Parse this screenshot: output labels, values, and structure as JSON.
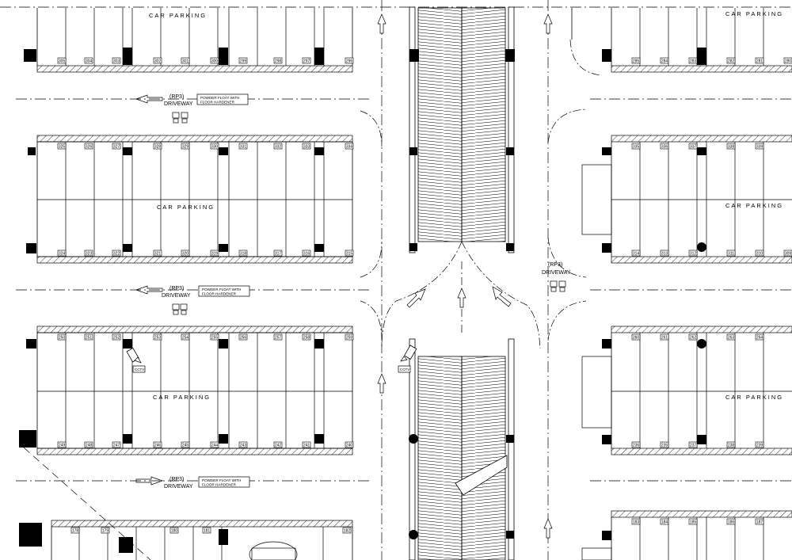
{
  "labels": {
    "car_parking": "CAR PARKING",
    "driveway_code": "(RP3)",
    "driveway": "DRIVEWAY",
    "floor_note_line1": "POWDER FLOAT WITH",
    "floor_note_line2": "FLOOR HARDENER",
    "cctv": "CCTV"
  },
  "bays": {
    "block_top_left": [
      "305",
      "304",
      "303",
      "302",
      "301",
      "300",
      "299",
      "298",
      "297",
      "296"
    ],
    "block_top_right": [
      "285",
      "284",
      "283",
      "282",
      "281",
      "280"
    ],
    "block_mid_left_top": [
      "325",
      "326",
      "327",
      "328",
      "329",
      "330",
      "331",
      "332",
      "333",
      "334"
    ],
    "block_mid_left_bottom": [
      "324",
      "323",
      "322",
      "321",
      "320",
      "319",
      "318",
      "317",
      "316",
      "315"
    ],
    "block_mid_right_top": [
      "335",
      "336",
      "337",
      "338",
      "339"
    ],
    "block_mid_right_bottom": [
      "314",
      "313",
      "312",
      "311",
      "310",
      "309"
    ],
    "block_low_left_top": [
      "250",
      "251",
      "252",
      "253",
      "254",
      "255",
      "256",
      "257",
      "258",
      "259"
    ],
    "block_low_left_bottom": [
      "249",
      "248",
      "247",
      "246",
      "245",
      "244",
      "243",
      "242",
      "241",
      "240"
    ],
    "block_low_right_top": [
      "260",
      "261",
      "262",
      "263",
      "264"
    ],
    "block_low_right_bottom": [
      "236",
      "235",
      "237",
      "238",
      "239"
    ],
    "block_bottom_right": [
      "183",
      "184",
      "185",
      "186",
      "187"
    ],
    "block_bottom_left": [
      "178",
      "179",
      "180",
      "181",
      "182"
    ]
  }
}
